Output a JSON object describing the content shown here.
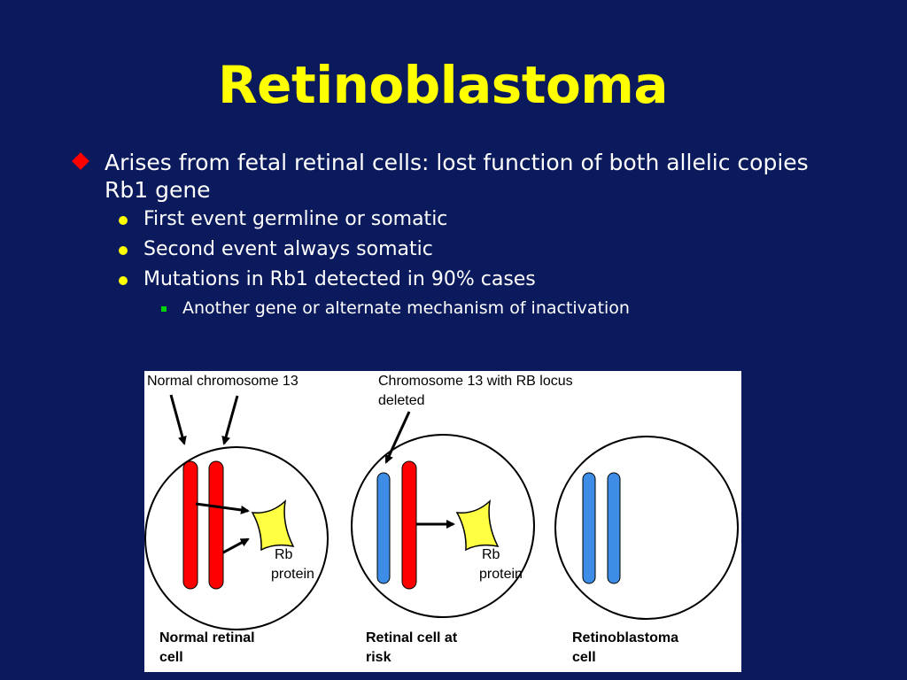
{
  "title": "Retinoblastoma",
  "bullets": {
    "main": "Arises from fetal retinal cells: lost function of both allelic copies Rb1 gene",
    "sub": [
      "First event germline or somatic",
      "Second event always somatic",
      "Mutations in Rb1 detected in 90% cases"
    ],
    "subsub": "Another gene or alternate mechanism of inactivation"
  },
  "diagram": {
    "label_normal_chromosome": "Normal chromosome 13",
    "label_deleted_line1": "Chromosome 13 with RB locus",
    "label_deleted_line2": "deleted",
    "protein_line1": "Rb",
    "protein_line2": "protein",
    "cells": [
      {
        "line1": "Normal retinal",
        "line2": "cell"
      },
      {
        "line1": "Retinal cell at",
        "line2": "risk"
      },
      {
        "line1": "Retinoblastoma",
        "line2": "cell"
      }
    ]
  },
  "colors": {
    "background": "#0a1a5c",
    "title": "#ffff00",
    "normal_chromosome": "#ff0000",
    "deleted_chromosome": "#3d8ce6",
    "protein": "#ffff44"
  }
}
